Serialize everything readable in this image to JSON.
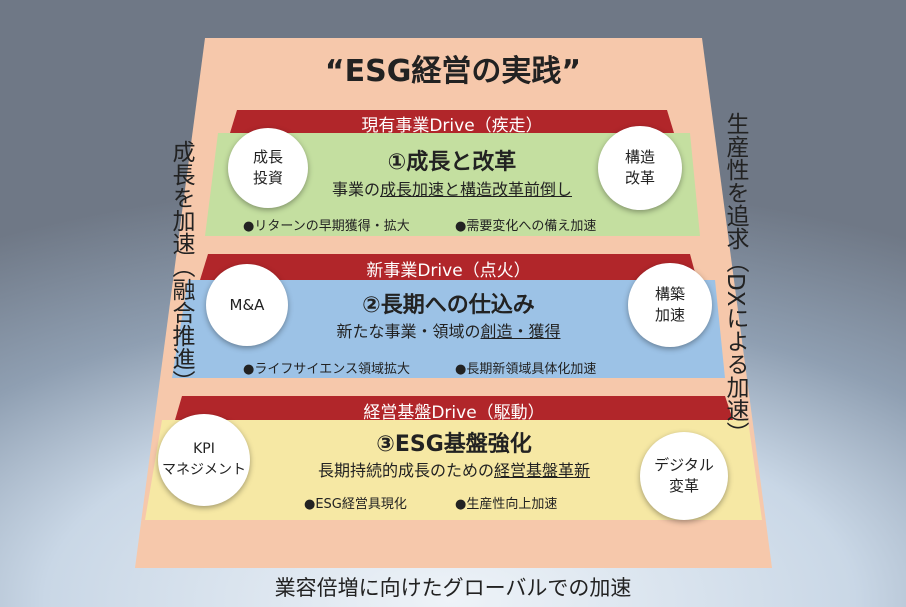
{
  "title": "“ESG経営の実践”",
  "left_side": "成長を加速（融合推進）",
  "right_side": "生産性を追求（DXによる加速）",
  "bottom": "業容倍増に向けたグローバルでの加速",
  "colors": {
    "outer": "#f6c8ab",
    "red": "#b1262a",
    "green": "#c4dfa0",
    "blue": "#9cc2e6",
    "yellow": "#f6e8a4"
  },
  "tiers": [
    {
      "band": "現有事業Drive（疾走）",
      "heading": "①成長と改革",
      "sub_plain": "事業の",
      "sub_underlined": "成長加速と構造改革前倒し",
      "bullets": [
        "●リターンの早期獲得・拡大",
        "●需要変化への備え加速"
      ],
      "left_circle": "成長\n投資",
      "right_circle": "構造\n改革"
    },
    {
      "band": "新事業Drive（点火）",
      "heading": "②長期への仕込み",
      "sub_plain": "新たな事業・領域の",
      "sub_underlined": "創造・獲得",
      "bullets": [
        "●ライフサイエンス領域拡大",
        "●長期新領域具体化加速"
      ],
      "left_circle": "M&A",
      "right_circle": "構築\n加速"
    },
    {
      "band": "経営基盤Drive（駆動）",
      "heading": "③ESG基盤強化",
      "sub_plain": "長期持続的成長のための",
      "sub_underlined": "経営基盤革新",
      "bullets": [
        "●ESG経営具現化",
        "●生産性向上加速"
      ],
      "left_circle": "KPI\nマネジメント",
      "right_circle": "デジタル\n変革"
    }
  ]
}
